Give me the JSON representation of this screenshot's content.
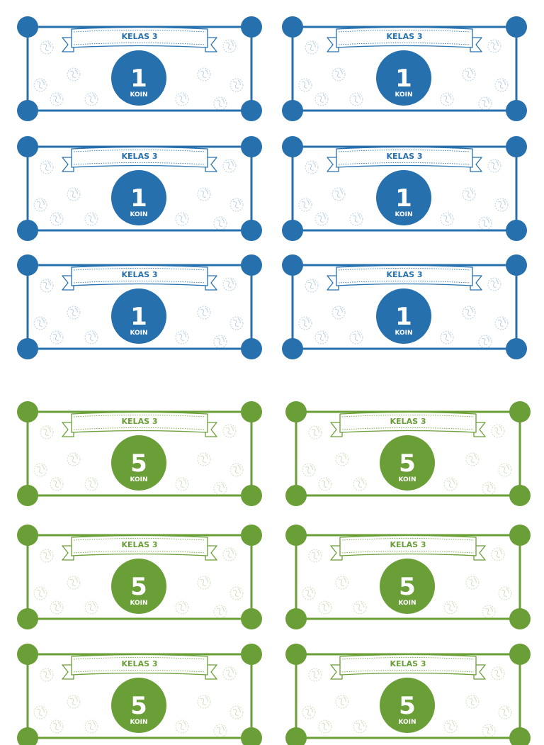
{
  "colors": {
    "blue": "#2770ae",
    "green": "#6a9e36"
  },
  "coupons": [
    {
      "class_label": "KELAS 3",
      "value": "1",
      "unit": "KOIN",
      "color": "#2770ae"
    },
    {
      "class_label": "KELAS 3",
      "value": "1",
      "unit": "KOIN",
      "color": "#2770ae"
    },
    {
      "class_label": "KELAS 3",
      "value": "1",
      "unit": "KOIN",
      "color": "#2770ae"
    },
    {
      "class_label": "KELAS 3",
      "value": "1",
      "unit": "KOIN",
      "color": "#2770ae"
    },
    {
      "class_label": "KELAS 3",
      "value": "1",
      "unit": "KOIN",
      "color": "#2770ae"
    },
    {
      "class_label": "KELAS 3",
      "value": "1",
      "unit": "KOIN",
      "color": "#2770ae"
    },
    {
      "class_label": "KELAS 3",
      "value": "5",
      "unit": "KOIN",
      "color": "#6a9e36"
    },
    {
      "class_label": "KELAS 3",
      "value": "5",
      "unit": "KOIN",
      "color": "#6a9e36"
    },
    {
      "class_label": "KELAS 3",
      "value": "5",
      "unit": "KOIN",
      "color": "#6a9e36"
    },
    {
      "class_label": "KELAS 3",
      "value": "5",
      "unit": "KOIN",
      "color": "#6a9e36"
    },
    {
      "class_label": "KELAS 3",
      "value": "5",
      "unit": "KOIN",
      "color": "#6a9e36"
    },
    {
      "class_label": "KELAS 3",
      "value": "5",
      "unit": "KOIN",
      "color": "#6a9e36"
    }
  ]
}
